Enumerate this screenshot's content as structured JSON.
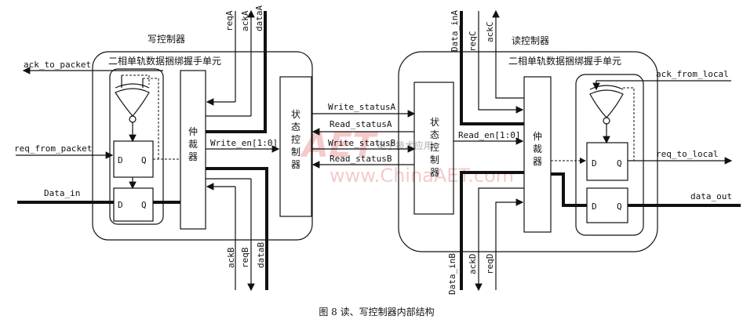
{
  "caption": "图 8  读、写控制器内部结构",
  "write_controller": {
    "title": "写控制器",
    "handshake_title": "二相单轨数据捆绑握手单元",
    "arbiter": "仲裁器",
    "status_ctrl": "状态控制器",
    "ports": {
      "ack_to_packet": "ack_to_packet",
      "req_from_packet": "req_from_packet",
      "data_in": "Data_in",
      "reqA": "reqA",
      "ackA": "ackA",
      "dataA": "dataA",
      "ackB": "ackB",
      "reqB": "reqB",
      "dataB": "dataB",
      "write_en": "Write_en[1:0]"
    }
  },
  "status_signals": {
    "write_statusA": "Write_statusA",
    "read_statusA": "Read_statusA",
    "write_statusB": "Write_statusB",
    "read_statusB": "Read_statusB"
  },
  "read_controller": {
    "title": "读控制器",
    "handshake_title": "二相单轨数据捆绑握手单元",
    "arbiter": "仲裁器",
    "status_ctrl": "状态控制器",
    "ports": {
      "data_inA": "Data_inA",
      "reqC": "reqC",
      "ackC": "ackC",
      "data_inB": "Data_inB",
      "ackD": "ackD",
      "reqD": "reqD",
      "read_en": "Read_en[1:0]",
      "ack_from_local": "ack_from_local",
      "req_to_local": "req_to_local",
      "data_out": "data_out"
    }
  },
  "flipflop": {
    "d": "D",
    "q": "Q"
  },
  "watermark": {
    "text": "www.ChinaAET.com",
    "logo": "电子技术应用"
  }
}
